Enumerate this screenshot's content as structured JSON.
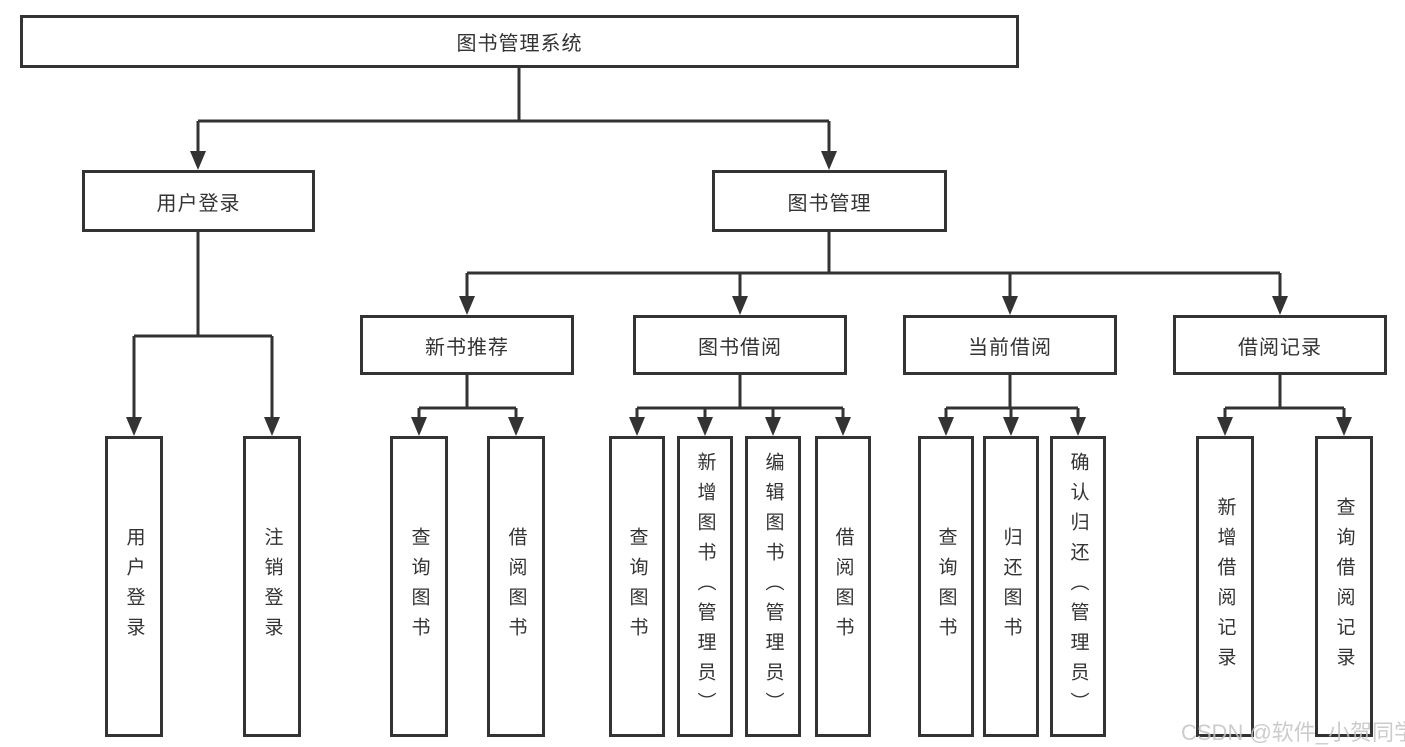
{
  "diagram_type": "hierarchy-tree",
  "tree": {
    "label": "图书管理系统",
    "children": [
      {
        "label": "用户登录",
        "children": [
          {
            "label": "用户登录"
          },
          {
            "label": "注销登录"
          }
        ]
      },
      {
        "label": "图书管理",
        "children": [
          {
            "label": "新书推荐",
            "children": [
              {
                "label": "查询图书"
              },
              {
                "label": "借阅图书"
              }
            ]
          },
          {
            "label": "图书借阅",
            "children": [
              {
                "label": "查询图书"
              },
              {
                "label": "新增图书（管理员）"
              },
              {
                "label": "编辑图书（管理员）"
              },
              {
                "label": "借阅图书"
              }
            ]
          },
          {
            "label": "当前借阅",
            "children": [
              {
                "label": "查询图书"
              },
              {
                "label": "归还图书"
              },
              {
                "label": "确认归还（管理员）"
              }
            ]
          },
          {
            "label": "借阅记录",
            "children": [
              {
                "label": "新增借阅记录"
              },
              {
                "label": "查询借阅记录"
              }
            ]
          }
        ]
      }
    ]
  },
  "watermark": "CSDN @软件_小贺同学",
  "colors": {
    "line": "#333333",
    "border": "#333333",
    "text": "#333333",
    "watermark": "#c4c4c4",
    "background": "#ffffff"
  }
}
